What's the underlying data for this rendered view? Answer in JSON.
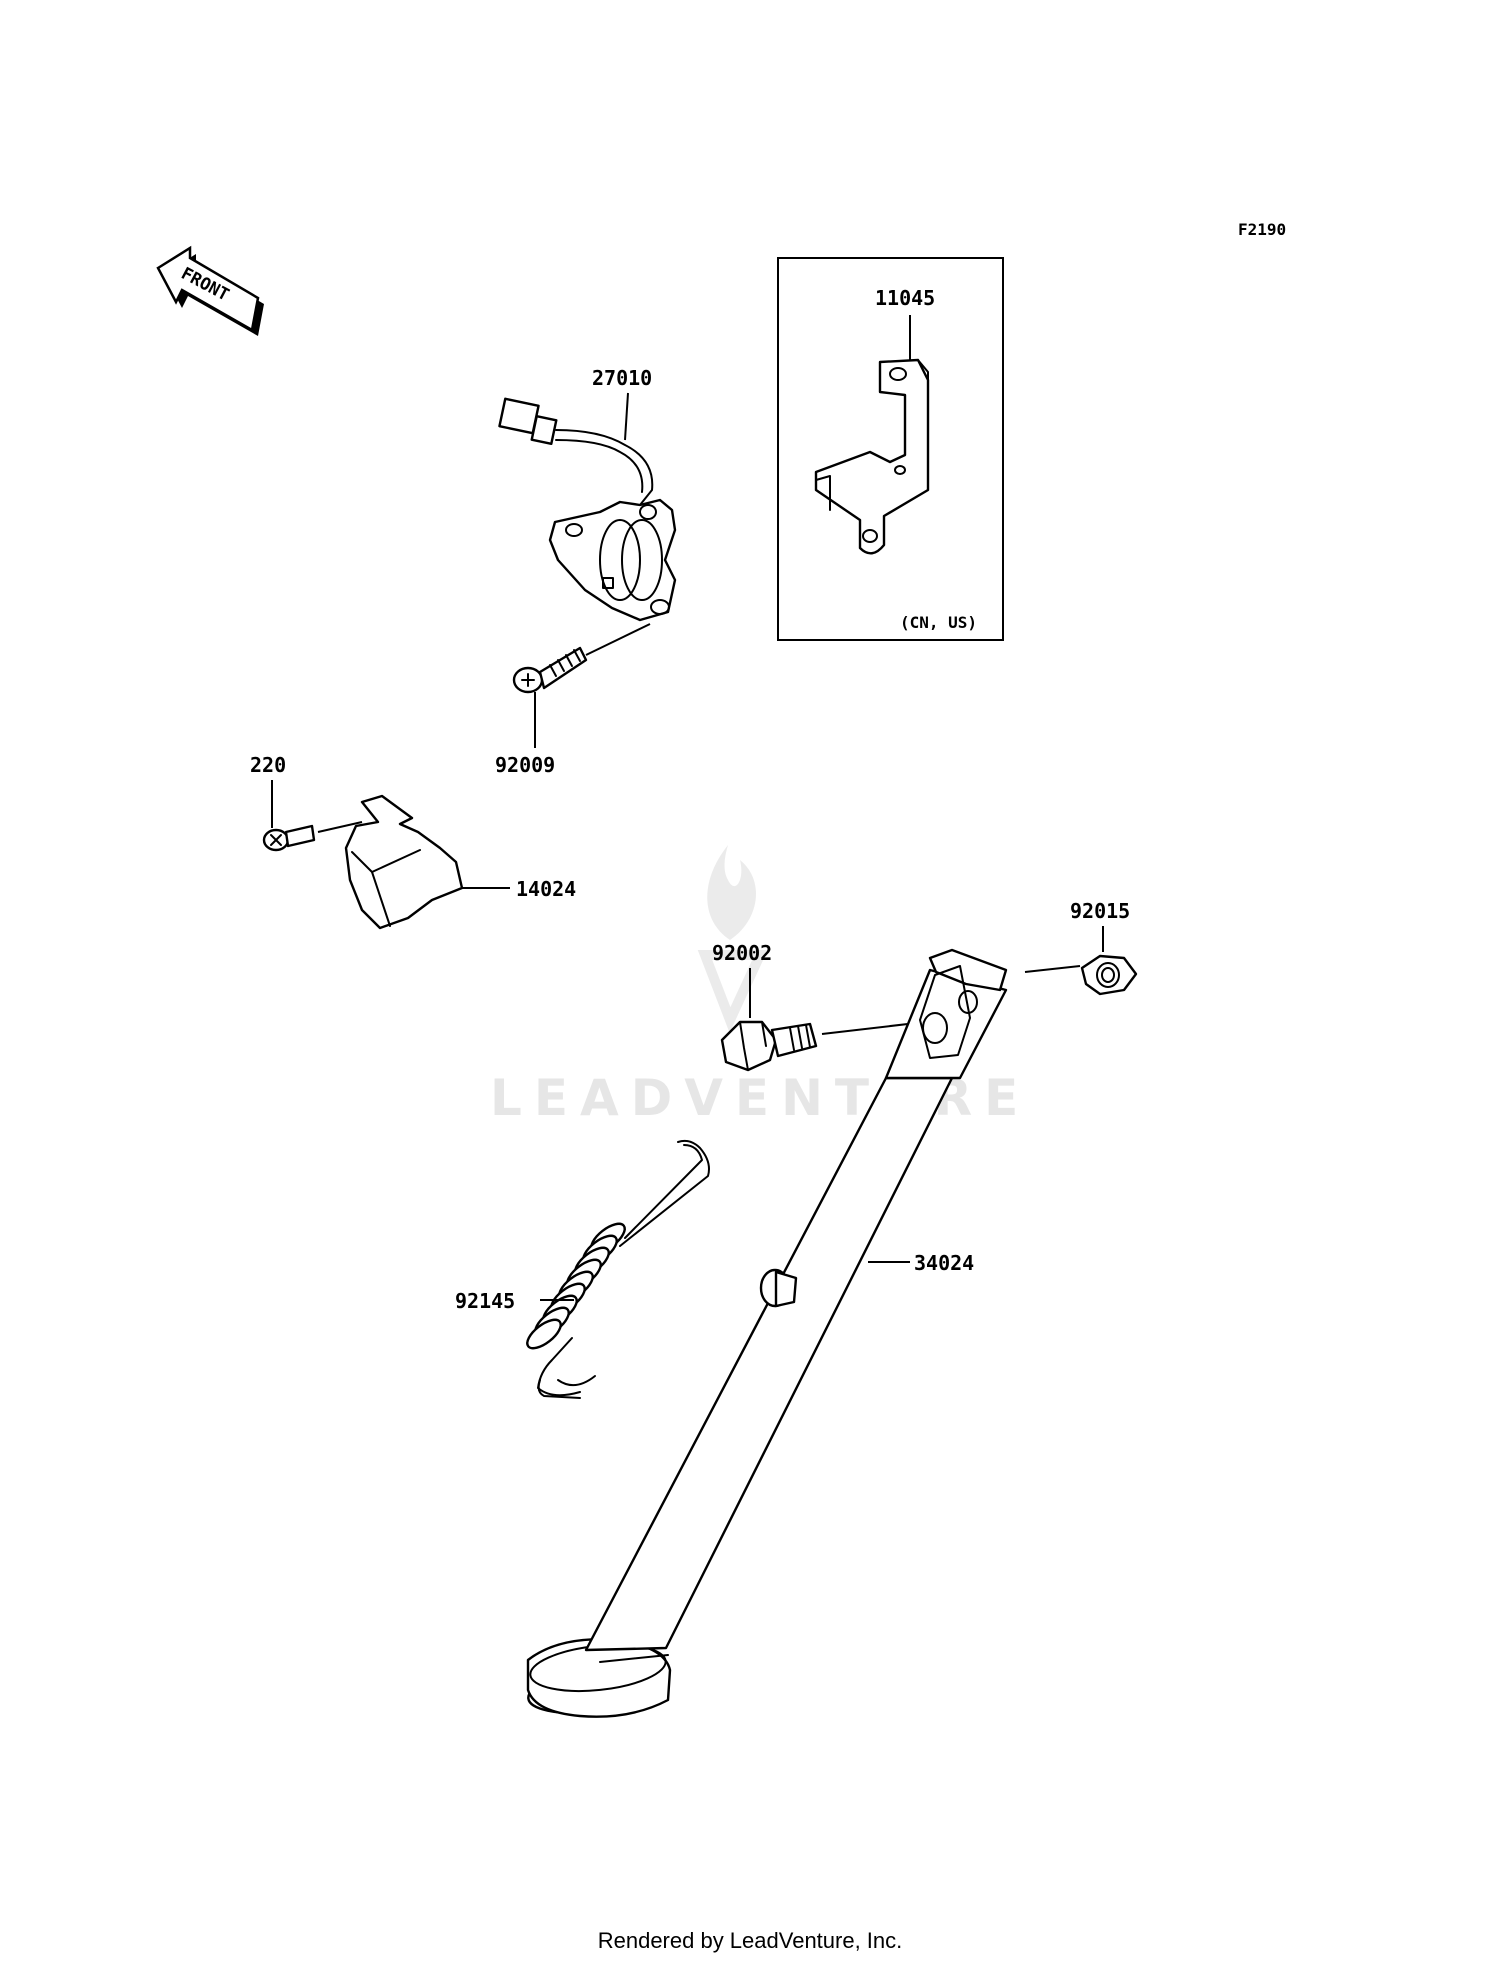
{
  "diagram_code": "F2190",
  "front_arrow_text": "FRONT",
  "watermark": "LEADVENTURE",
  "footer": "Rendered by LeadVenture, Inc.",
  "inset_region_note": "(CN, US)",
  "parts": {
    "p11045": "11045",
    "p27010": "27010",
    "p92009": "92009",
    "p220": "220",
    "p14024": "14024",
    "p92015": "92015",
    "p92002": "92002",
    "p34024": "34024",
    "p92145": "92145"
  }
}
